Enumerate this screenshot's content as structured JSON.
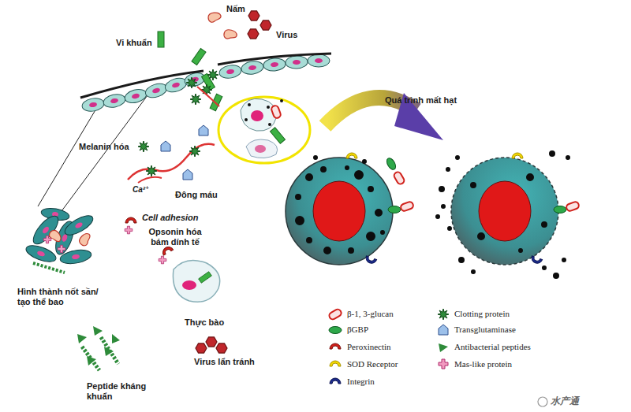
{
  "diagram": {
    "labels": [
      "Nấm",
      "Vi khuẩn",
      "Virus",
      "Quá trình mất hạt",
      "Melanin hóa",
      "Ca²⁺",
      "Đông máu",
      "Cell adhesion",
      "Opsonin hóa bám dính tế",
      "Hình thành nốt sần/ tạo thể bao",
      "Thực bào",
      "Virus lẩn tránh",
      "Peptide kháng khuẩn",
      "水产通"
    ],
    "legend": [
      {
        "text": "β-1, 3-glucan"
      },
      {
        "text": "βGBP"
      },
      {
        "text": "Peroxinectin"
      },
      {
        "text": "SOD Receptor"
      },
      {
        "text": "Integrin"
      },
      {
        "text": "Clotting protein"
      },
      {
        "text": "Transglutaminase"
      },
      {
        "text": "Antibacterial peptides"
      },
      {
        "text": "Mas-like protein"
      }
    ]
  }
}
